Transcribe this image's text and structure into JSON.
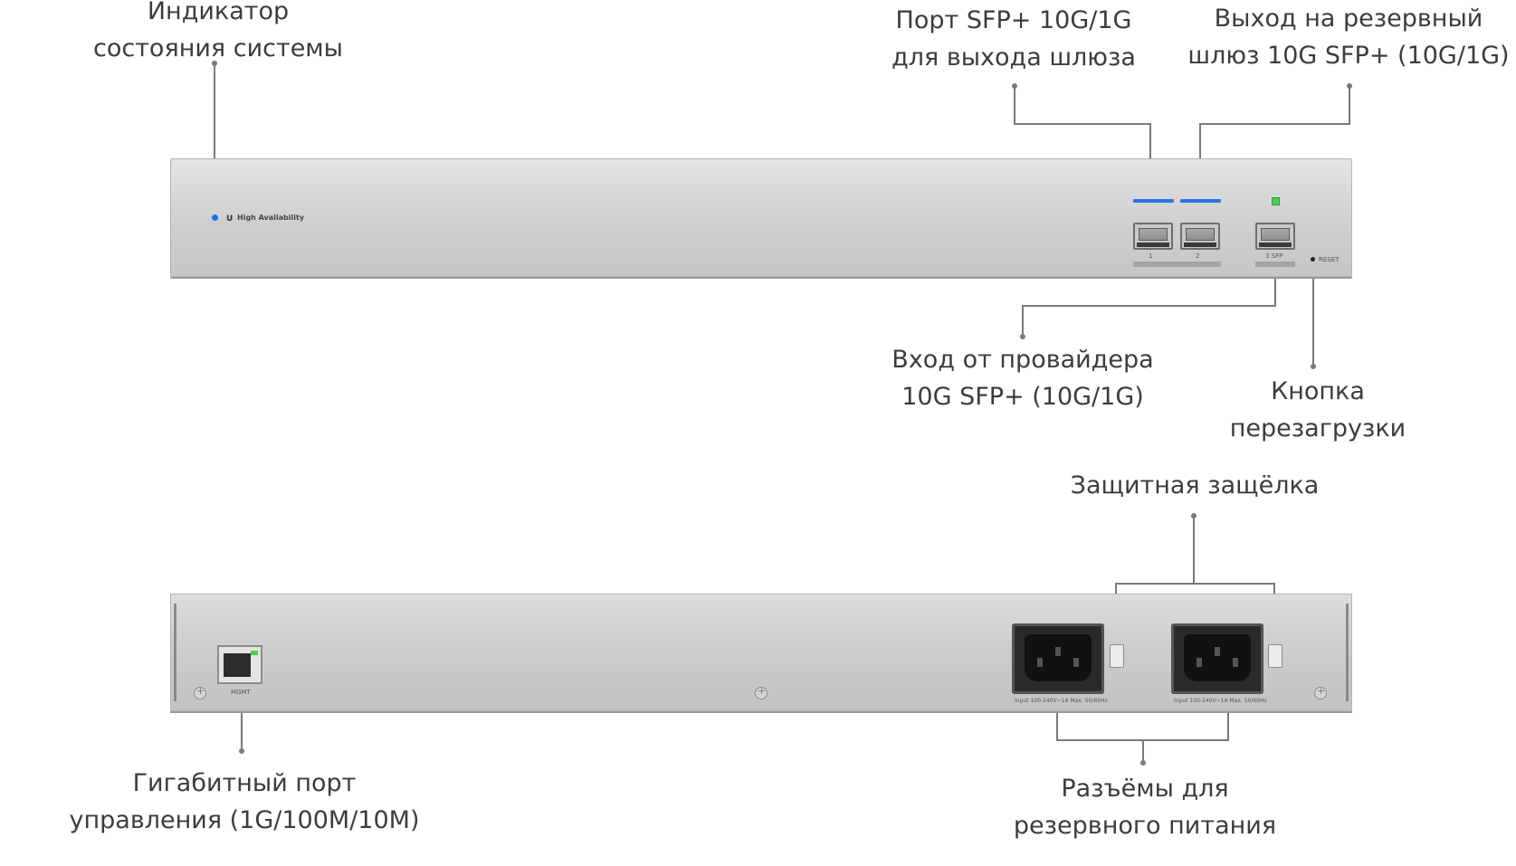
{
  "labels": {
    "status_led": [
      "Индикатор",
      "состояния системы"
    ],
    "sfp_gateway": [
      "Порт SFP+ 10G/1G",
      "для выхода шлюза"
    ],
    "backup_gateway": [
      "Выход на резервный",
      "шлюз 10G SFP+ (10G/1G)"
    ],
    "isp_input": [
      "Вход от провайдера",
      "10G SFP+ (10G/1G)"
    ],
    "reset_button": [
      "Кнопка",
      "перезагрузки"
    ],
    "latch": [
      "Защитная защёлка"
    ],
    "mgmt_port": [
      "Гигабитный порт",
      "управления (1G/100M/10M)"
    ],
    "power_connectors": [
      "Разъёмы для",
      "резервного питания"
    ]
  },
  "device": {
    "front_brand": "High Availability",
    "sfp1_label": "1",
    "sfp2_label": "2",
    "sfp3_label": "3 SFP",
    "reset_label": "RESET",
    "mgmt_label": "MGMT",
    "power_spec": "Input 100-240V~1A Max. 50/60Hz"
  },
  "colors": {
    "status_led": "#1f6fe6",
    "link_led": "#49d14e",
    "sfp_link_bar": "#2e72e3",
    "leader_line": "#777777"
  }
}
